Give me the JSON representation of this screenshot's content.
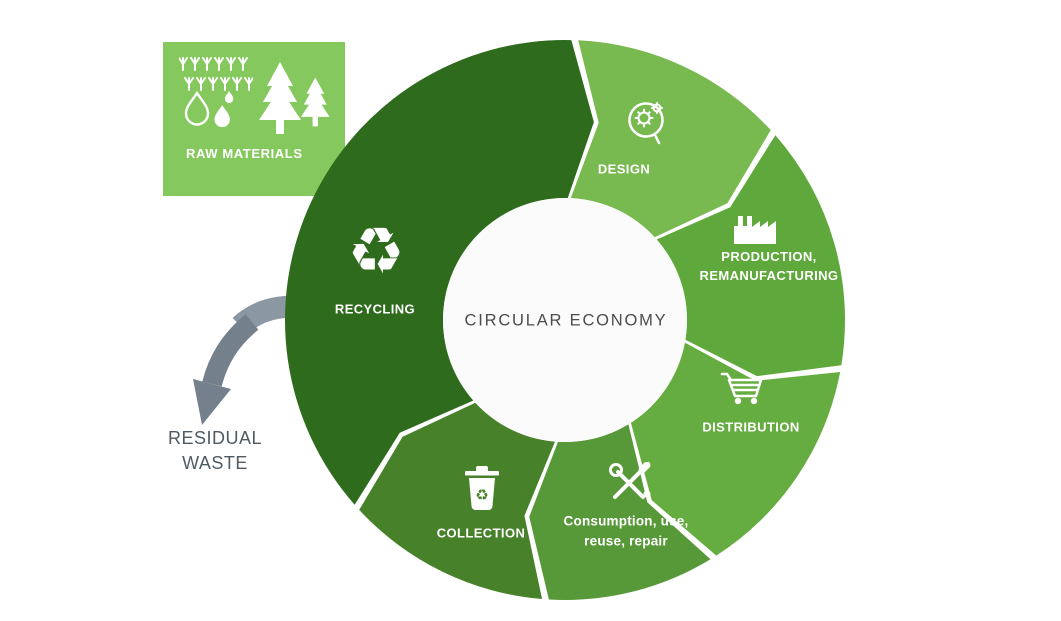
{
  "colors": {
    "raw_box": "#85c95e",
    "arrow_light": "#8b97a2",
    "arrow_dark": "#74818c",
    "wheel_inner": "#fbfbfb"
  },
  "raw_materials": {
    "label": "RAW MATERIALS"
  },
  "residual_waste": {
    "line1": "RESIDUAL",
    "line2": "WASTE"
  },
  "center": {
    "title": "CIRCULAR ECONOMY"
  },
  "icons": {
    "recycling_symbol": "♻"
  },
  "wheel": {
    "segments": [
      {
        "id": "design",
        "label": "DESIGN",
        "color": "#79ba50",
        "start": 2,
        "end": 48
      },
      {
        "id": "production-remanufacturing",
        "label_lines": [
          "PRODUCTION,",
          "REMANUFACTURING"
        ],
        "color": "#5fa83c",
        "start": 48,
        "end": 100
      },
      {
        "id": "distribution",
        "label": "DISTRIBUTION",
        "color": "#66ad41",
        "start": 100,
        "end": 148
      },
      {
        "id": "consumption",
        "label_lines": [
          "Consumption, use,",
          "reuse, repair"
        ],
        "color": "#579838",
        "start": 148,
        "end": 184
      },
      {
        "id": "collection",
        "label": "COLLECTION",
        "color": "#47812a",
        "start": 184,
        "end": 228
      },
      {
        "id": "recycling",
        "label": "RECYCLING",
        "color": "#2e6b1c",
        "start": 228,
        "end": 362
      }
    ]
  }
}
